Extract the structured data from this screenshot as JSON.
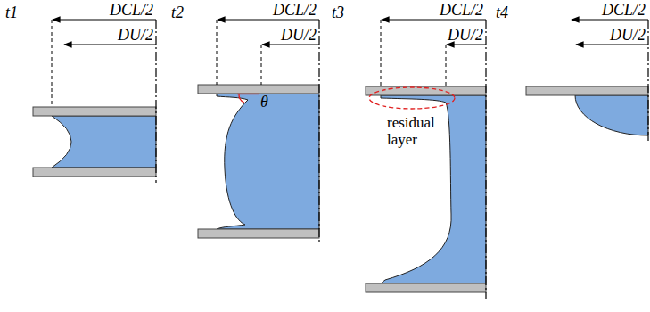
{
  "diagram": {
    "labels": [
      "t1",
      "DCL/2",
      "DU/2",
      "t2",
      "DCL/2",
      "DU/2",
      "θ",
      "t3",
      "DCL/2",
      "DU/2",
      "residual layer",
      "t4",
      "DCL/2",
      "DU/2"
    ]
  }
}
